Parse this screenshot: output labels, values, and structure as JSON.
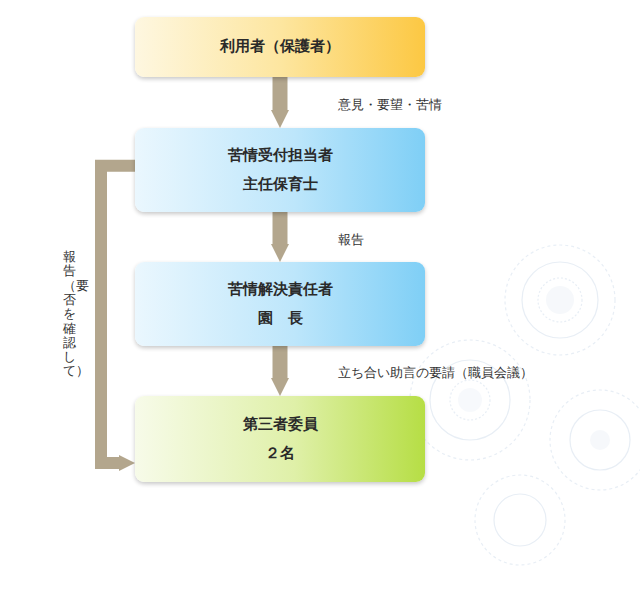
{
  "diagram": {
    "nodes": [
      {
        "text": [
          "利用者（保護者）"
        ]
      },
      {
        "text": [
          "苦情受付担当者",
          "主任保育士"
        ]
      },
      {
        "text": [
          "苦情解決責任者",
          "園　長"
        ]
      },
      {
        "text": [
          "第三者委員",
          "２名"
        ]
      }
    ],
    "edges": [
      {
        "from": 0,
        "to": 1,
        "arrow": "to",
        "label": "意見・要望・苦情"
      },
      {
        "from": 1,
        "to": 2,
        "arrow": "to",
        "label": "報告"
      },
      {
        "from": 2,
        "to": 3,
        "arrow": "to",
        "label": "立ち合い助言の要請（職員会議）"
      },
      {
        "from": 1,
        "to": 3,
        "arrow": "to",
        "label": "報告（要否を確認して）"
      }
    ]
  }
}
